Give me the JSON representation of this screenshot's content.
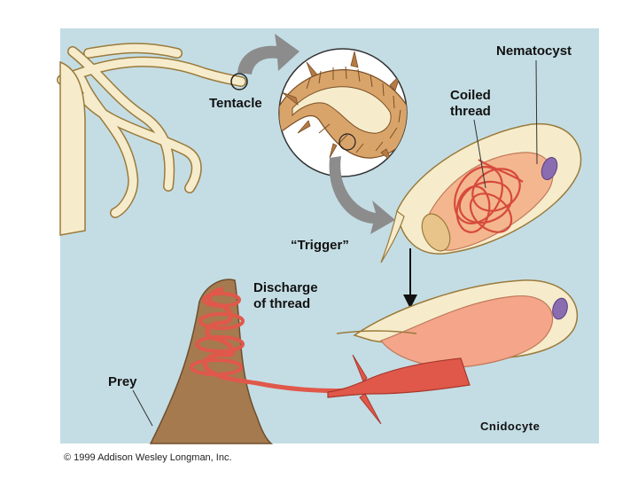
{
  "labels": {
    "tentacle": "Tentacle",
    "nematocyst": "Nematocyst",
    "coiled_thread_1": "Coiled",
    "coiled_thread_2": "thread",
    "trigger": "“Trigger”",
    "discharge_1": "Discharge",
    "discharge_2": "of thread",
    "prey": "Prey",
    "cnidocyte": "Cnidocyte"
  },
  "copyright": "© 1999 Addison Wesley Longman, Inc.",
  "colors": {
    "panel_bg": "#c4dde4",
    "tentacle_cream": "#f6eccc",
    "cell_outline": "#9a7a3a",
    "thread_red": "#e0584a",
    "thread_pink": "#f09080",
    "prey_brown": "#a57a4f",
    "capsule_purple": "#8a6cb0",
    "arrow_gray": "#8c8c8c",
    "magnify_body": "#d9a46a"
  }
}
